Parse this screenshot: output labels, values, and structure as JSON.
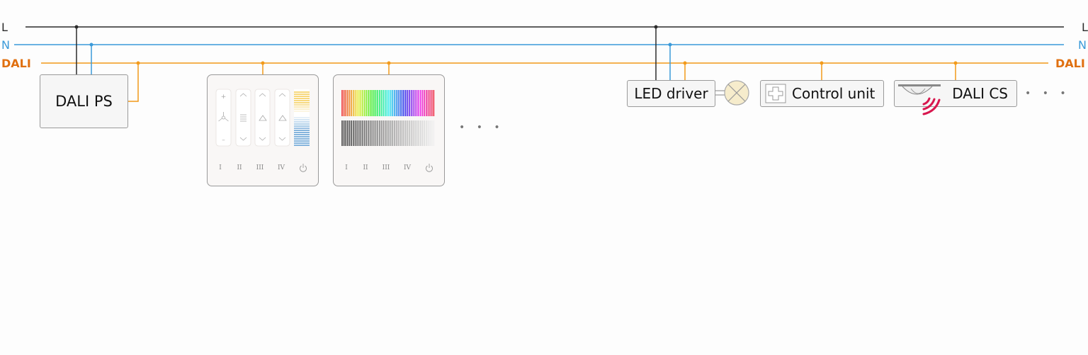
{
  "buses": {
    "L": {
      "label": "L",
      "color": "#2b2b2b"
    },
    "N": {
      "label": "N",
      "color": "#3a9ad9"
    },
    "DALI": {
      "label": "DALI",
      "color": "#f29a1a",
      "label_color": "#e07010"
    }
  },
  "devices": {
    "dali_ps": {
      "label": "DALI PS"
    },
    "led_driver": {
      "label": "LED driver"
    },
    "control_unit": {
      "label": "Control unit"
    },
    "dali_cs": {
      "label": "DALI CS"
    }
  },
  "panel_buttons": {
    "b1": "I",
    "b2": "II",
    "b3": "III",
    "b4": "IV"
  },
  "more": "• • •"
}
